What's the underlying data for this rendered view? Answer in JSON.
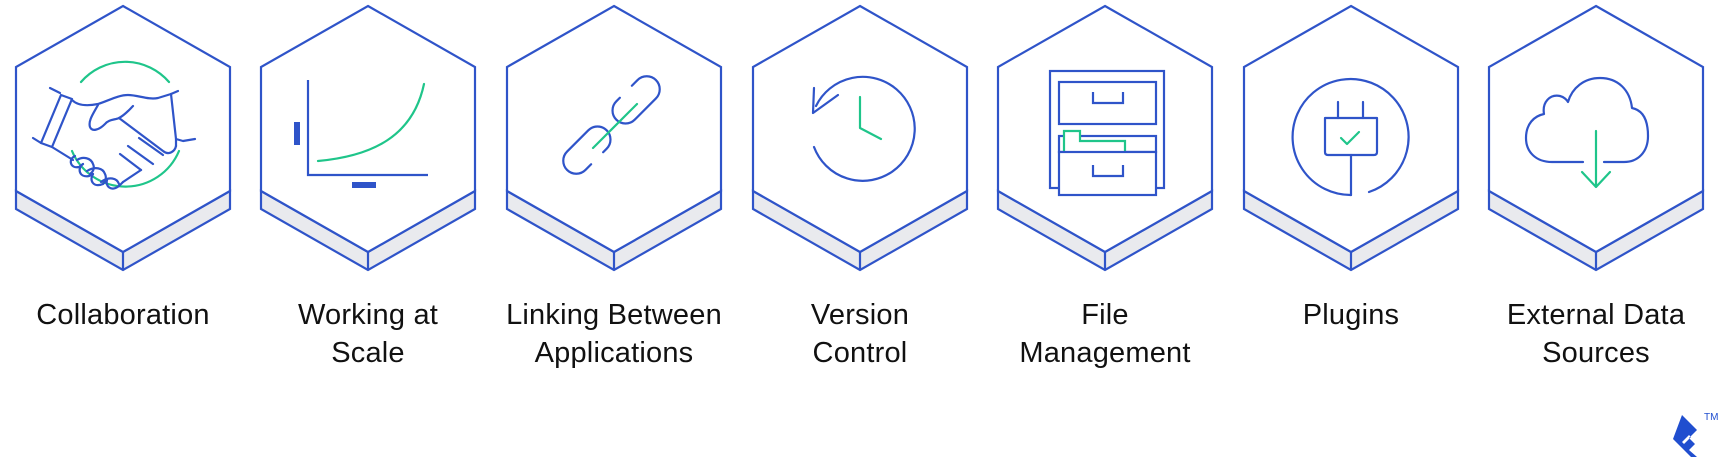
{
  "colors": {
    "outline": "#2f54c9",
    "accent": "#1fc58a",
    "band_fill": "#e9eaee",
    "text": "#111111",
    "logo": "#204ecf"
  },
  "features": [
    {
      "id": "collaboration",
      "icon": "handshake-icon",
      "lines": [
        "Collaboration"
      ]
    },
    {
      "id": "working-at-scale",
      "icon": "growth-chart-icon",
      "lines": [
        "Working at",
        "Scale"
      ]
    },
    {
      "id": "linking-between-applications",
      "icon": "link-icon",
      "lines": [
        "Linking Between",
        "Applications"
      ]
    },
    {
      "id": "version-control",
      "icon": "history-clock-icon",
      "lines": [
        "Version",
        "Control"
      ]
    },
    {
      "id": "file-management",
      "icon": "file-cabinet-icon",
      "lines": [
        "File",
        "Management"
      ]
    },
    {
      "id": "plugins",
      "icon": "plug-icon",
      "lines": [
        "Plugins"
      ]
    },
    {
      "id": "external-data-sources",
      "icon": "cloud-download-icon",
      "lines": [
        "External Data",
        "Sources"
      ]
    }
  ],
  "logo": {
    "icon": "toptal-logo-icon",
    "trademark": "TM"
  }
}
